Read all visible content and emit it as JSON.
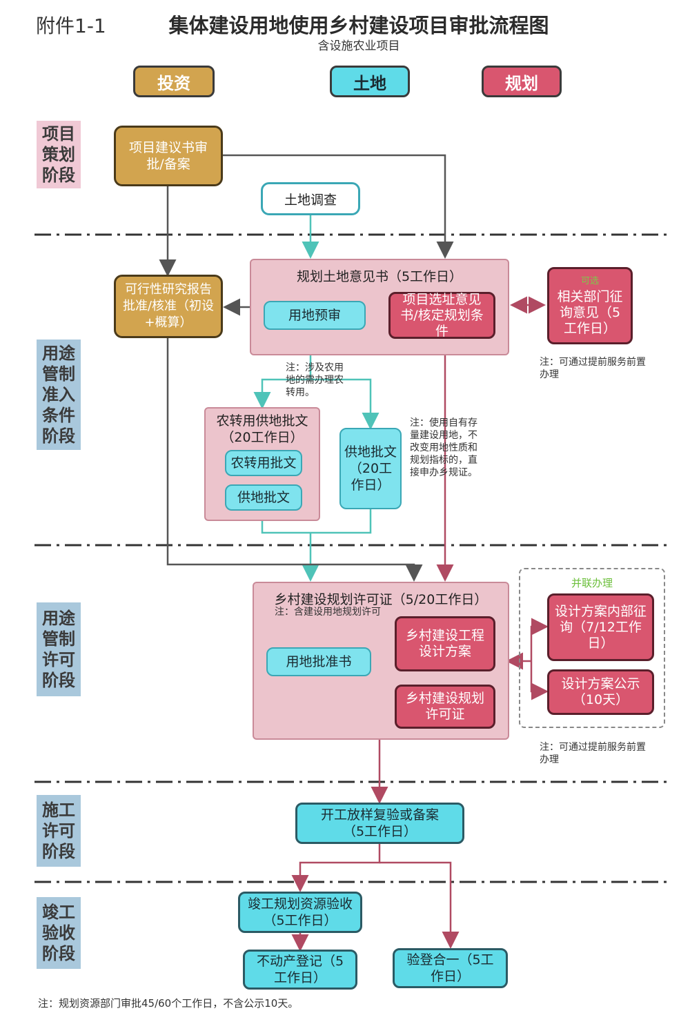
{
  "header": {
    "annex": "附件1-1",
    "title": "集体建设用地使用乡村建设项目审批流程图",
    "subtitle": "含设施农业项目"
  },
  "legend": [
    {
      "label": "投资",
      "color": "#d2a44f"
    },
    {
      "label": "土地",
      "color": "#5fdbe8"
    },
    {
      "label": "规划",
      "color": "#d9566f"
    }
  ],
  "stages": [
    "项目策划阶段",
    "用途管制准入条件阶段",
    "用途管制许可阶段",
    "施工许可阶段",
    "竣工验收阶段"
  ],
  "boxes": {
    "proposal": "项目建议书审批/备案",
    "survey": "土地调查",
    "opinion_title": "规划土地意见书（5工作日）",
    "land_pre": "用地预审",
    "site_opinion": "项目选址意见书/核定规划条件",
    "feasibility": "可行性研究报告批准/核准（初设+概算）",
    "dept_optional": "可选",
    "dept": "相关部门征询意见（5工作日）",
    "conv_title": "农转用供地批文（20工作日）",
    "conv": "农转用批文",
    "supply": "供地批文",
    "supply2": "供地批文（20工作日）",
    "permit_title": "乡村建设规划许可证（5/20工作日）",
    "permit_note": "注：含建设用地规划许可",
    "land_approval": "用地批准书",
    "design_scheme": "乡村建设工程设计方案",
    "rural_permit": "乡村建设规划许可证",
    "parallel": "并联办理",
    "design_consult": "设计方案内部征询（7/12工作日）",
    "design_public": "设计方案公示（10天）",
    "start": "开工放样复验或备案（5工作日）",
    "acceptance": "竣工规划资源验收（5工作日）",
    "realestate": "不动产登记（5工作日）",
    "combined": "验登合一（5工作日）"
  },
  "notes": {
    "farm": "注：涉及农用地的需办理农转用。",
    "existing": "注：使用自有存量建设用地，不改变用地性质和规划指标的，直接申办乡规证。",
    "advance1": "注：可通过提前服务前置办理",
    "advance2": "注：可通过提前服务前置办理",
    "footer": "注：规划资源部门审批45/60个工作日，不含公示10天。"
  }
}
